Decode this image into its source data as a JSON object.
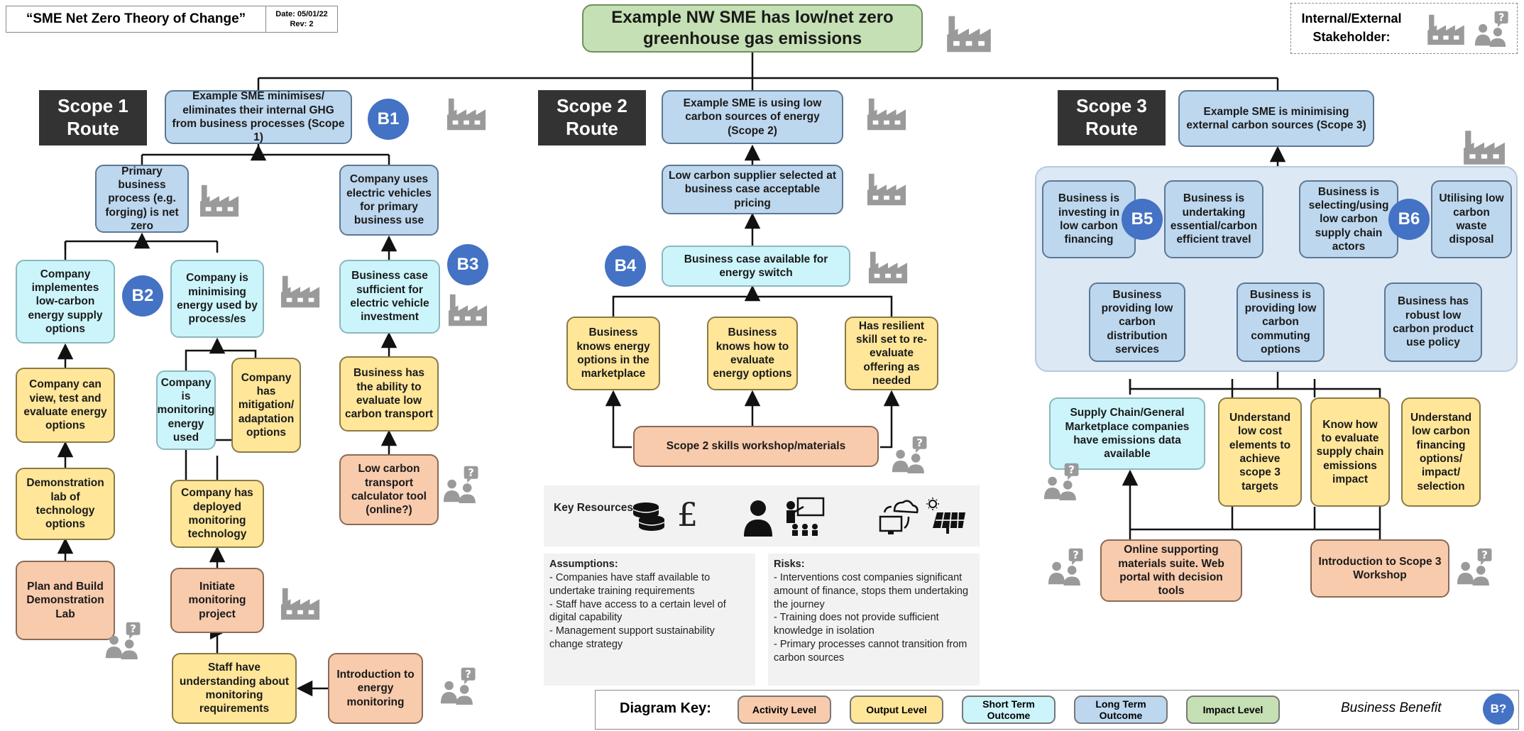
{
  "header": {
    "title": "“SME Net Zero Theory of Change”",
    "date": "Date: 05/01/22",
    "rev": "Rev: 2"
  },
  "stakeholder_label": "Internal/External Stakeholder:",
  "impact": "Example NW SME has low/net zero greenhouse gas emissions",
  "scopes": {
    "s1": [
      "Scope 1",
      "Route"
    ],
    "s2": [
      "Scope 2",
      "Route"
    ],
    "s3": [
      "Scope 3",
      "Route"
    ]
  },
  "benefits": {
    "b1": "B1",
    "b2": "B2",
    "b3": "B3",
    "b4": "B4",
    "b5": "B5",
    "b6": "B6"
  },
  "nodes": {
    "s1_long": "Example SME minimises/ eliminates their internal GHG from business processes (Scope 1)",
    "s1_primary": "Primary business process (e.g. forging) is net zero",
    "s1_ev": "Company uses electric vehicles for primary business use",
    "s1_implements": "Company implementes low-carbon energy supply options",
    "s1_minimising": "Company is minimising energy used by process/es",
    "s1_bizcase": "Business case sufficient for electric vehicle investment",
    "s1_view": "Company can view, test and evaluate energy options",
    "s1_monitoring": "Company is monitoring energy used",
    "s1_mitigation": "Company has mitigation/ adaptation options",
    "s1_ability": "Business has the ability to evaluate low carbon transport",
    "s1_calculator": "Low carbon transport calculator tool (online?)",
    "s1_demo": "Demonstration lab of technology options",
    "s1_deployed": "Company has deployed monitoring technology",
    "s1_plan": "Plan and Build Demonstration Lab",
    "s1_initiate": "Initiate monitoring project",
    "s1_staff": "Staff have understanding about monitoring requirements",
    "s1_intro": "Introduction to energy monitoring",
    "s2_long": "Example SME is using low carbon sources of energy (Scope 2)",
    "s2_supplier": "Low carbon supplier selected at business case acceptable pricing",
    "s2_bizcase": "Business case available for energy switch",
    "s2_knows": "Business knows energy options in the marketplace",
    "s2_evaluate": "Business knows how to evaluate energy options",
    "s2_resilient": "Has resilient skill set to re-evaluate offering as needed",
    "s2_workshop": "Scope 2 skills workshop/materials",
    "s3_long": "Example SME is minimising external carbon sources (Scope 3)",
    "s3_financing": "Business is investing in low carbon financing",
    "s3_travel": "Business is undertaking essential/carbon efficient travel",
    "s3_selecting": "Business is selecting/using low carbon supply chain actors",
    "s3_waste": "Utilising low carbon waste disposal",
    "s3_distribution": "Business providing low carbon distribution services",
    "s3_commuting": "Business is providing low carbon commuting options",
    "s3_policy": "Business has robust low carbon product use policy",
    "s3_supply": "Supply Chain/General Marketplace companies have emissions data available",
    "s3_lowcost": "Understand low cost elements to achieve scope 3 targets",
    "s3_knowhow": "Know how to evaluate supply chain emissions impact",
    "s3_finance": "Understand low carbon financing options/ impact/ selection",
    "s3_online": "Online supporting materials suite. Web portal with decision tools",
    "s3_intro": "Introduction to Scope 3 Workshop"
  },
  "key_resources": {
    "label": "Key Resources:",
    "icons": [
      "coins-icon",
      "pound-sign-icon",
      "person-icon",
      "trainer-icon",
      "cloud-computer-icon",
      "solar-panel-icon"
    ],
    "pound": "£"
  },
  "assumptions": {
    "title": "Assumptions:",
    "items": [
      "- Companies have staff available to undertake training requirements",
      "- Staff have access to a certain level of digital capability",
      "- Management support sustainability change strategy"
    ]
  },
  "risks": {
    "title": "Risks:",
    "items": [
      "- Interventions cost companies significant amount of finance, stops them undertaking the journey",
      "- Training does not provide sufficient knowledge in isolation",
      "- Primary processes cannot transition from carbon sources"
    ]
  },
  "diagram_key": {
    "label": "Diagram Key:",
    "items": [
      "Activity Level",
      "Output Level",
      "Short Term Outcome",
      "Long Term Outcome",
      "Impact Level"
    ],
    "business_benefit": "Business Benefit",
    "bb_symbol": "B?"
  },
  "colors": {
    "activity": "#f8cbad",
    "output": "#ffe699",
    "short": "#ccf5fb",
    "long": "#bdd7ee",
    "impact": "#c5e0b4",
    "benefit": "#4472c4",
    "icon": "#9a9a9a"
  }
}
